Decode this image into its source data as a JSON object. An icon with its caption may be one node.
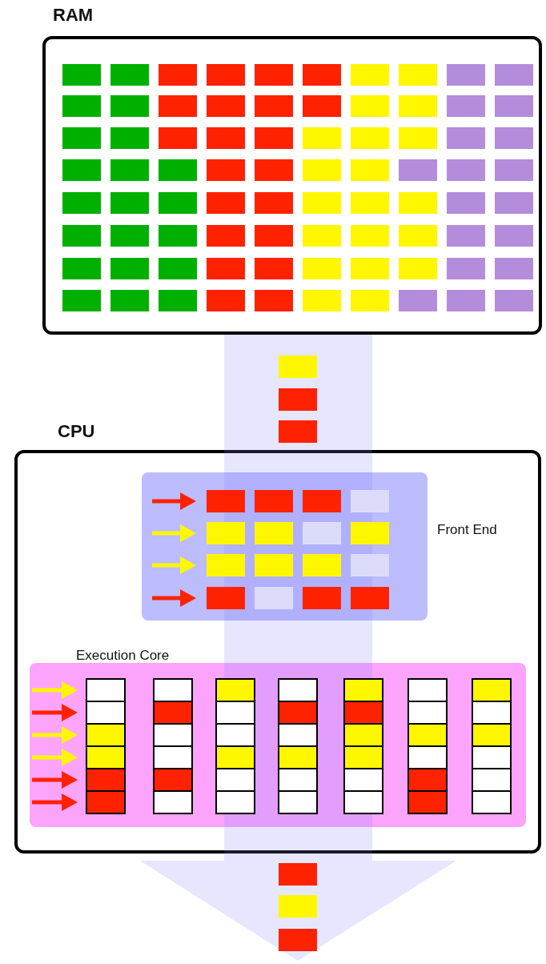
{
  "diagram": {
    "nodes": [
      {
        "text": [
          "RAM"
        ]
      },
      {
        "text": [
          "CPU"
        ]
      },
      {
        "text": [
          "Front End"
        ],
        "in": 1
      },
      {
        "text": [
          "Execution Core"
        ],
        "in": 1
      }
    ]
  }
}
